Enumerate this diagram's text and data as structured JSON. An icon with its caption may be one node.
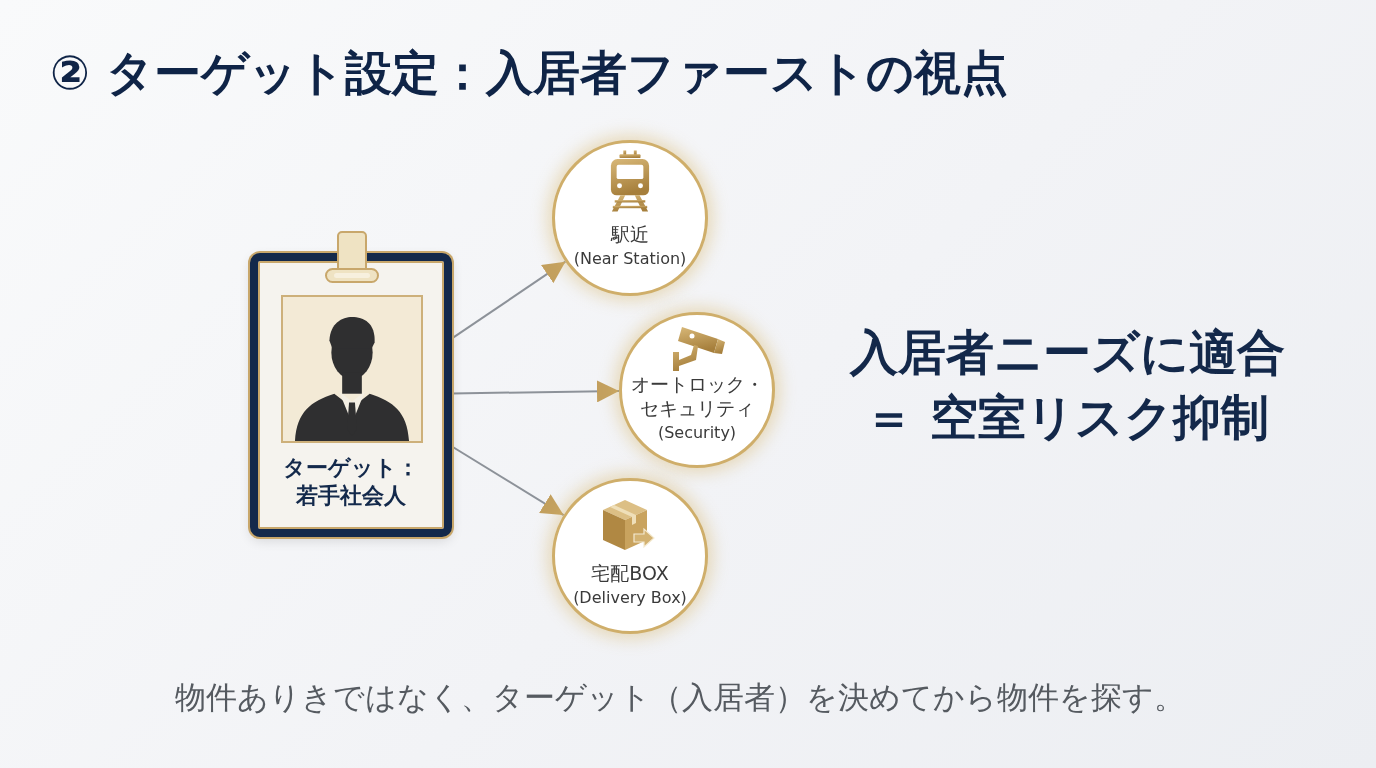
{
  "diagram": {
    "title": "② ターゲット設定：入居者ファーストの視点",
    "caption": "物件ありきではなく、ターゲット（入居者）を決めてから物件を探す。",
    "nodes": [
      {
        "text": [
          "ターゲット：若手社会人"
        ]
      },
      {
        "text": [
          "駅近",
          "(Near Station)"
        ]
      },
      {
        "text": [
          "オートロック・セキュリティ",
          "(Security)"
        ]
      },
      {
        "text": [
          "宅配BOX",
          "(Delivery Box)"
        ]
      }
    ],
    "edges": [
      {
        "from": 0,
        "to": 1,
        "arrow": "to"
      },
      {
        "from": 0,
        "to": 2,
        "arrow": "to"
      },
      {
        "from": 0,
        "to": 3,
        "arrow": "to"
      }
    ],
    "labels": [
      "入居者ニーズに適合",
      "＝ 空室リスク抑制"
    ]
  }
}
